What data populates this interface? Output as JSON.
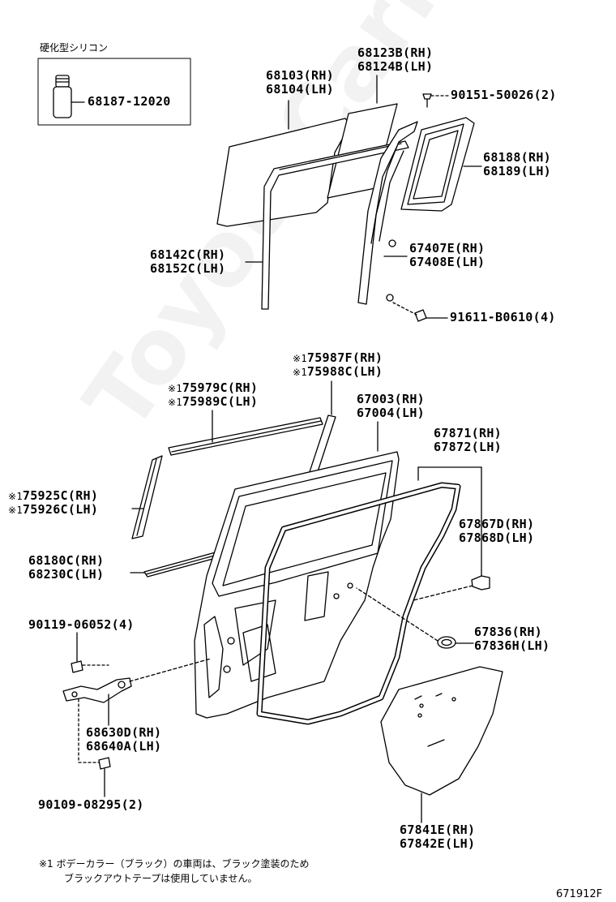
{
  "watermark": "ToyotaCarMine.ru",
  "silicone_box": {
    "title": "硬化型シリコン",
    "part": "68187-12020"
  },
  "labels": {
    "l68123": [
      "68123B(RH)",
      "68124B(LH)"
    ],
    "l68103": [
      "68103(RH)",
      "68104(LH)"
    ],
    "l90151": "90151-50026(2)",
    "l68188": [
      "68188(RH)",
      "68189(LH)"
    ],
    "l68142": [
      "68142C(RH)",
      "68152C(LH)"
    ],
    "l67407": [
      "67407E(RH)",
      "67408E(LH)"
    ],
    "l91611": "91611-B0610(4)",
    "l75987": [
      "75987F(RH)",
      "75988C(LH)"
    ],
    "l75979": [
      "75979C(RH)",
      "75989C(LH)"
    ],
    "l67003": [
      "67003(RH)",
      "67004(LH)"
    ],
    "l67871": [
      "67871(RH)",
      "67872(LH)"
    ],
    "l75925": [
      "75925C(RH)",
      "75926C(LH)"
    ],
    "l67867": [
      "67867D(RH)",
      "67868D(LH)"
    ],
    "l68180": [
      "68180C(RH)",
      "68230C(LH)"
    ],
    "l90119": "90119-06052(4)",
    "l67836": [
      "67836(RH)",
      "67836H(LH)"
    ],
    "l68630": [
      "68630D(RH)",
      "68640A(LH)"
    ],
    "l90109": "90109-08295(2)",
    "l67841": [
      "67841E(RH)",
      "67842E(LH)"
    ]
  },
  "note_mark": "※1",
  "footnote": {
    "mark": "※1",
    "line1": "ボデーカラー（ブラック）の車両は、ブラック塗装のため",
    "line2": "ブラックアウトテープは使用していません。"
  },
  "diagram_id": "671912F"
}
